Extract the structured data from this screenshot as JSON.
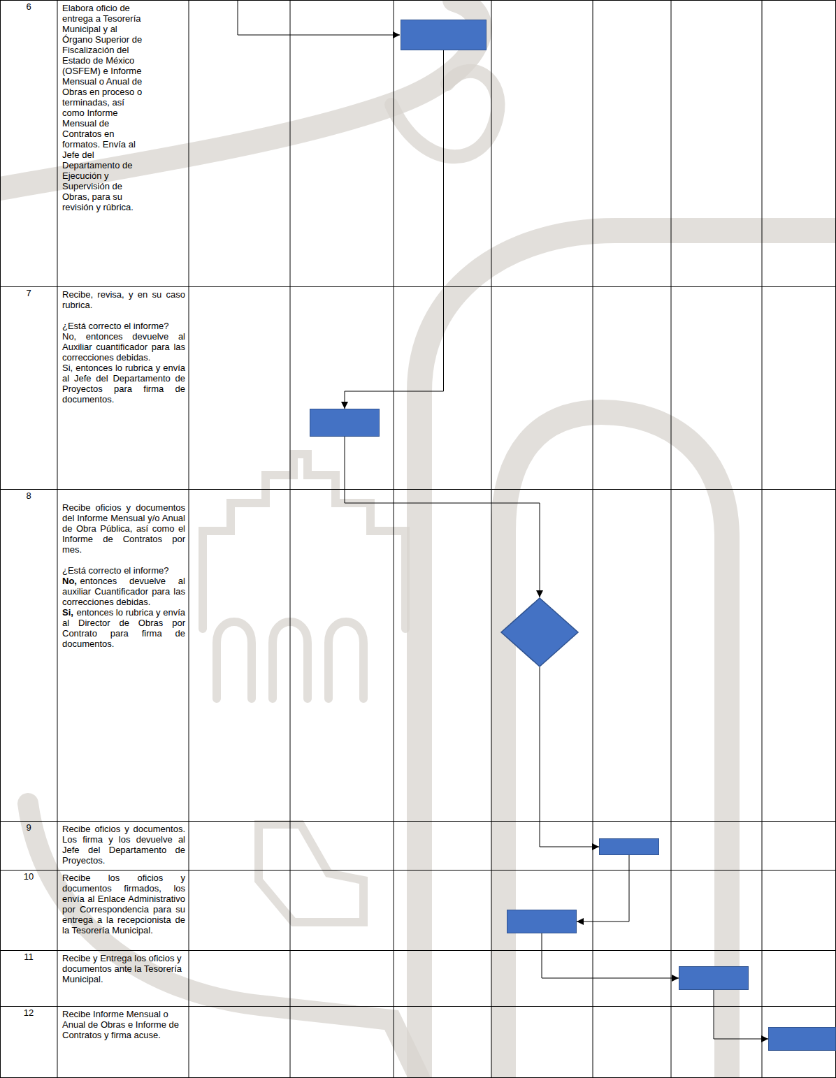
{
  "diagram": {
    "nodes": [
      {
        "text": []
      },
      {
        "text": []
      },
      {
        "text": []
      },
      {
        "text": []
      },
      {
        "text": []
      },
      {
        "text": []
      },
      {
        "text": []
      }
    ],
    "edges": [
      {
        "from": 0,
        "to": 1,
        "arrow": "to"
      },
      {
        "from": 1,
        "to": 2,
        "arrow": "to"
      },
      {
        "from": 2,
        "to": 3,
        "arrow": "to"
      },
      {
        "from": 3,
        "to": 4,
        "arrow": "to"
      },
      {
        "from": 4,
        "to": 5,
        "arrow": "to"
      },
      {
        "from": 5,
        "to": 6,
        "arrow": "to"
      }
    ],
    "labels": [
      "6",
      "Elabora oficio de entrega a Tesorería Municipal y al Órgano Superior de Fiscalización del Estado de México (OSFEM) e Informe Mensual o Anual de Obras en proceso o terminadas, así como Informe Mensual de Contratos en formatos. Envía al Jefe del Departamento de Ejecución y Supervisión de Obras, para su revisión y rúbrica.",
      "7",
      "Recibe, revisa, y en su caso rubrica.",
      "¿Está correcto el informe?",
      "No, entonces devuelve al Auxiliar cuantificador para las correcciones debidas.",
      "Si, entonces lo rubrica y envía al Jefe del Departamento de Proyectos para firma de documentos.",
      "8",
      "Recibe oficios y documentos del Informe Mensual y/o Anual de Obra Pública, así como el Informe de Contratos por mes.",
      "¿Está correcto el informe?",
      "No,",
      "entonces devuelve al auxiliar Cuantificador para las correcciones debidas.",
      "Si,",
      "entonces lo rubrica y envía al Director de Obras por Contrato para firma de documentos.",
      "9",
      "Recibe oficios y documentos. Los firma y los devuelve al Jefe del Departamento de Proyectos.",
      "10",
      "Recibe los oficios y documentos firmados, los envía al Enlace Administrativo por Correspondencia para su entrega a la recepcionista de la Tesorería Municipal.",
      "11",
      "Recibe y Entrega los oficios y documentos ante la Tesorería Municipal.",
      "12",
      "Recibe Informe Mensual o Anual de Obras e Informe de Contratos y firma acuse."
    ]
  }
}
